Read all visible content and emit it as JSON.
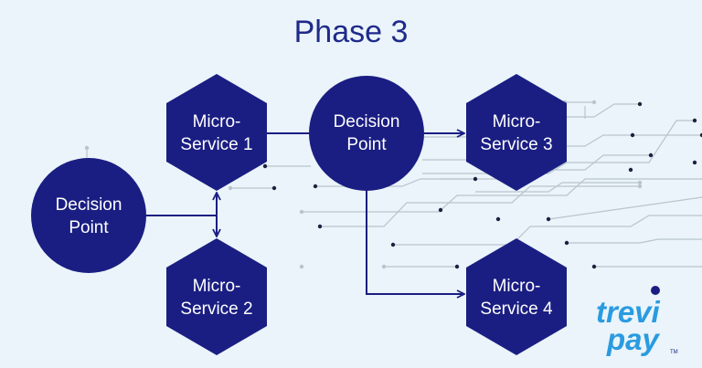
{
  "title": "Phase 3",
  "nodes": {
    "decision_left": {
      "line1": "Decision",
      "line2": "Point"
    },
    "decision_center": {
      "line1": "Decision",
      "line2": "Point"
    },
    "micro_1": {
      "line1": "Micro-",
      "line2": "Service 1"
    },
    "micro_2": {
      "line1": "Micro-",
      "line2": "Service 2"
    },
    "micro_3": {
      "line1": "Micro-",
      "line2": "Service 3"
    },
    "micro_4": {
      "line1": "Micro-",
      "line2": "Service 4"
    }
  },
  "logo": {
    "line1": "trevi",
    "line2": "pay",
    "mark": "TM"
  },
  "colors": {
    "background": "#eaf4fa",
    "node_fill": "#1a1e82",
    "connector": "#1a1e82",
    "circuit_line": "#b9c4cc",
    "circuit_dot": "#1d2040",
    "brand_blue": "#2a9be0"
  }
}
